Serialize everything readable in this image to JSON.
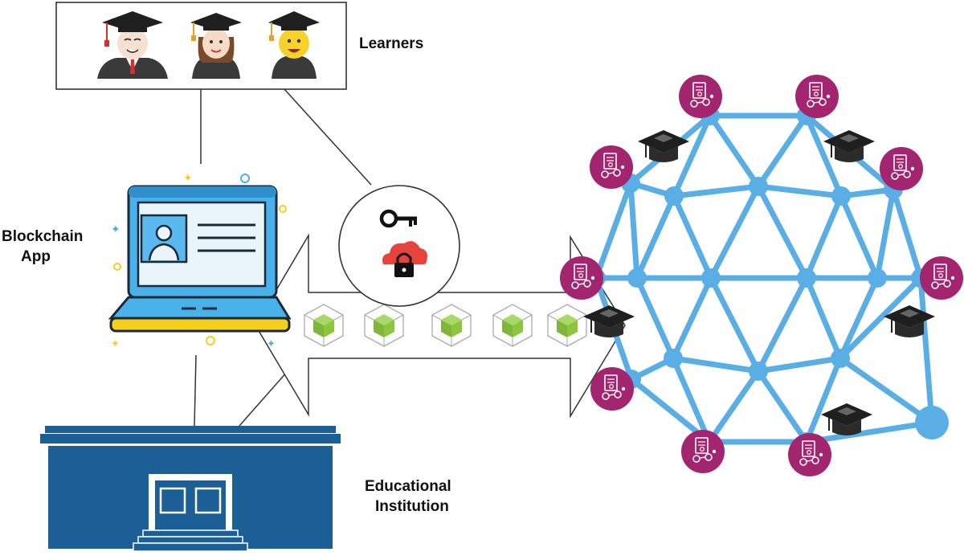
{
  "labels": {
    "learners": "Learners",
    "blockchain_app_line1": "Blockchain",
    "blockchain_app_line2": "App",
    "educational_line1": "Educational",
    "educational_line2": "Institution"
  },
  "icons": {
    "learners": [
      "graduate-man-icon",
      "graduate-woman-icon",
      "graduate-smiley-icon"
    ],
    "laptop": "laptop-profile-icon",
    "key": "key-icon",
    "cloud_lock": "cloud-lock-icon",
    "block": "blockchain-block-icon",
    "institution": "university-building-icon",
    "certificate_node": "certificate-node-icon",
    "graduation_cap": "graduation-cap-icon"
  },
  "colors": {
    "network": "#5aaee6",
    "node": "#5aaee6",
    "certificate": "#a3246f",
    "building": "#1c5f96",
    "laptop_screen": "#49b2ea",
    "laptop_base": "#f5cf1c",
    "block": "#8cc63f",
    "cloud": "#e8423d"
  }
}
